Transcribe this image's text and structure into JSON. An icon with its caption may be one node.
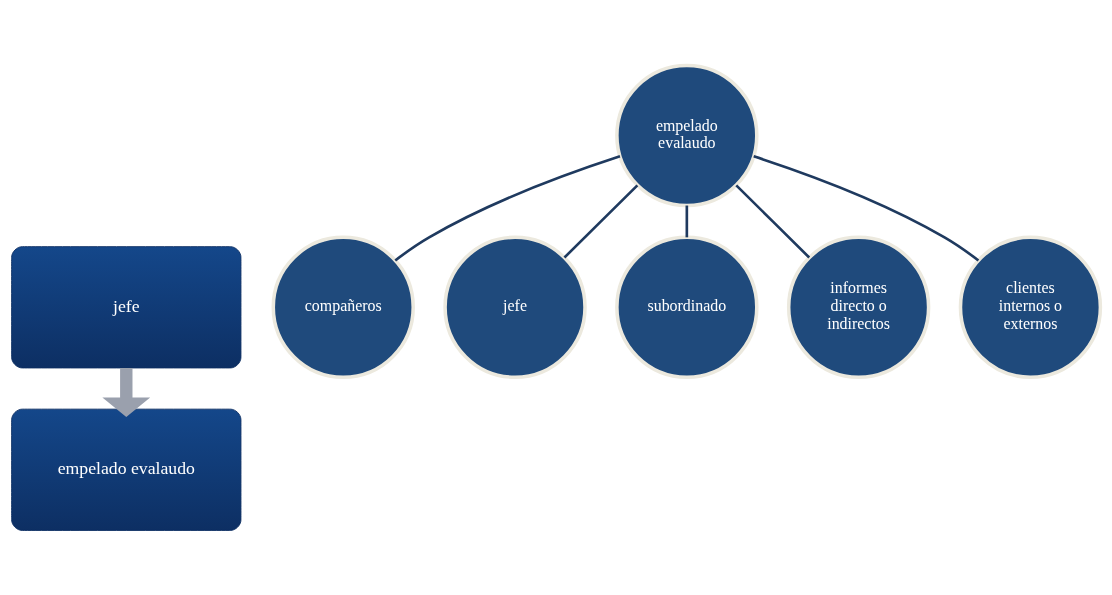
{
  "diagram": {
    "nodes": [
      {
        "text": [
          "jefe"
        ]
      },
      {
        "text": [
          "empelado evalaudo"
        ]
      },
      {
        "text": [
          "compañeros"
        ]
      },
      {
        "text": [
          "jefe"
        ]
      },
      {
        "text": [
          "subordinado"
        ]
      },
      {
        "text": [
          "empelado evalaudo"
        ]
      },
      {
        "text": [
          "informes directo o indirectos"
        ]
      },
      {
        "text": [
          "clientes internos o externos"
        ]
      }
    ],
    "edges": [
      {
        "from": 0,
        "to": 1,
        "arrow": "to",
        "style": "thick",
        "color": "#9aa0ad"
      },
      {
        "from": 5,
        "to": 2,
        "arrow": "none"
      },
      {
        "from": 5,
        "to": 3,
        "arrow": "none"
      },
      {
        "from": 5,
        "to": 4,
        "arrow": "none"
      },
      {
        "from": 5,
        "to": 6,
        "arrow": "none"
      },
      {
        "from": 5,
        "to": 7,
        "arrow": "none"
      }
    ]
  }
}
